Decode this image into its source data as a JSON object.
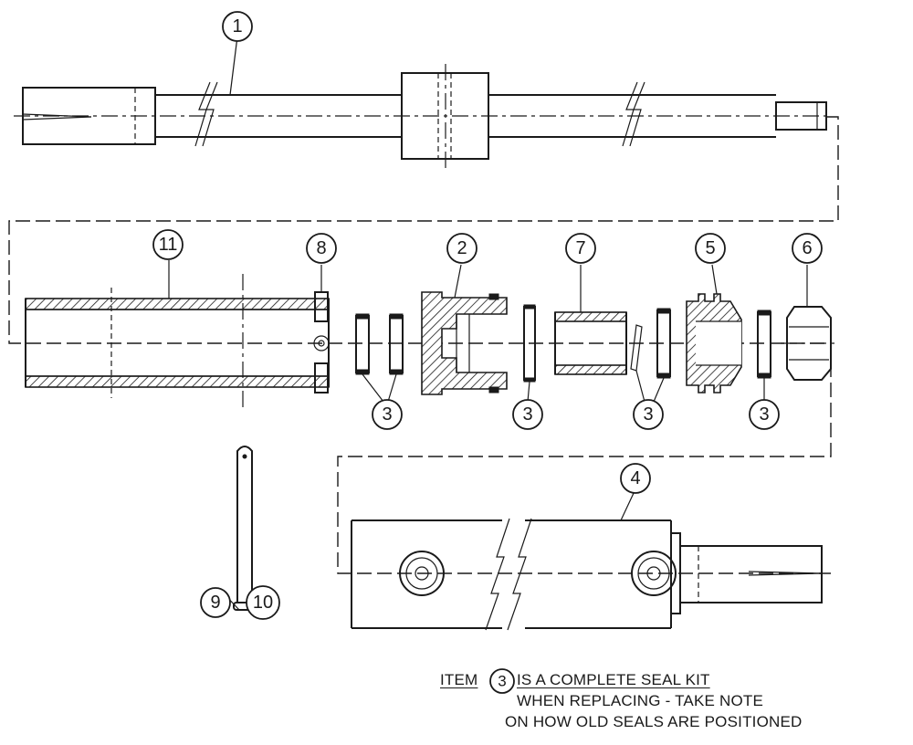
{
  "callouts": {
    "item_1": "1",
    "item_2": "2",
    "item_3a": "3",
    "item_3b": "3",
    "item_3c": "3",
    "item_3d": "3",
    "item_4": "4",
    "item_5": "5",
    "item_6": "6",
    "item_7": "7",
    "item_8": "8",
    "item_9": "9",
    "item_10": "10",
    "item_11": "11",
    "note_item": "3"
  },
  "note": {
    "prefix": "ITEM",
    "line1_suffix": "IS A COMPLETE SEAL KIT",
    "line2": "WHEN REPLACING - TAKE NOTE",
    "line3": "ON HOW OLD SEALS ARE POSITIONED"
  }
}
